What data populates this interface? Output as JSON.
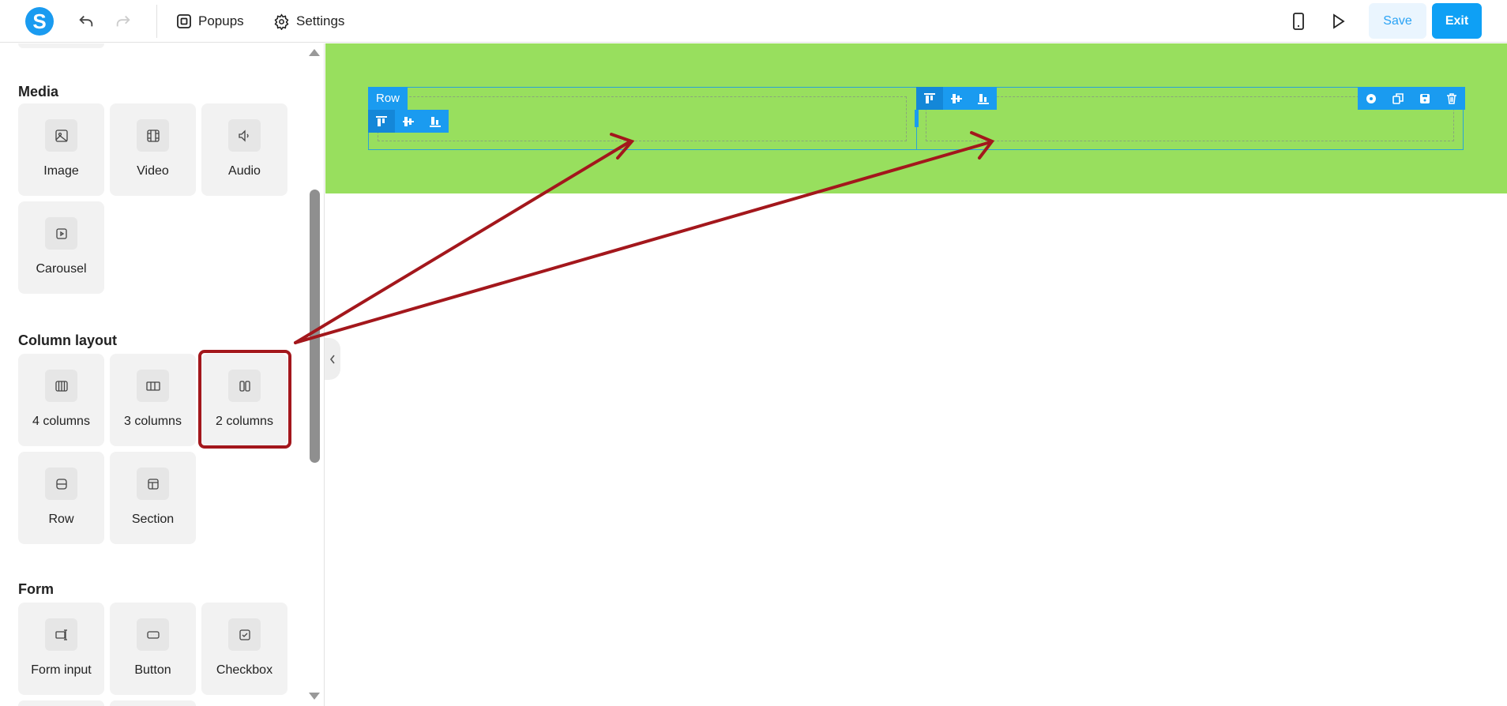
{
  "header": {
    "logo_letter": "S",
    "popups_label": "Popups",
    "settings_label": "Settings",
    "save_label": "Save",
    "exit_label": "Exit"
  },
  "sidebar": {
    "sections": [
      {
        "title": "Media",
        "items": [
          {
            "label": "Image",
            "icon": "image"
          },
          {
            "label": "Video",
            "icon": "video"
          },
          {
            "label": "Audio",
            "icon": "audio"
          },
          {
            "label": "Carousel",
            "icon": "carousel"
          }
        ]
      },
      {
        "title": "Column layout",
        "items": [
          {
            "label": "4 columns",
            "icon": "col4"
          },
          {
            "label": "3 columns",
            "icon": "col3"
          },
          {
            "label": "2 columns",
            "icon": "col2",
            "highlighted": true
          },
          {
            "label": "Row",
            "icon": "row"
          },
          {
            "label": "Section",
            "icon": "section"
          }
        ]
      },
      {
        "title": "Form",
        "items": [
          {
            "label": "Form input",
            "icon": "input"
          },
          {
            "label": "Button",
            "icon": "button"
          },
          {
            "label": "Checkbox",
            "icon": "checkbox"
          }
        ]
      }
    ]
  },
  "canvas": {
    "row_label": "Row",
    "background_color": "#98df5e",
    "accent_color": "#1a9bf0",
    "annotation_color": "#a3171c"
  }
}
